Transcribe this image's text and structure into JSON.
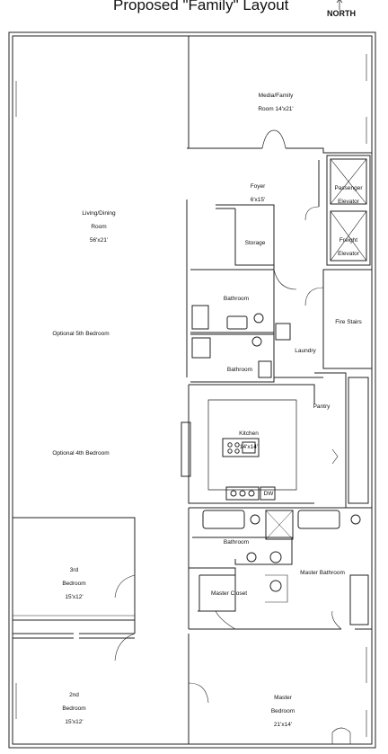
{
  "title": "Proposed \"Family\" Layout",
  "north_label": "NORTH",
  "rooms": {
    "media": {
      "name": "Media/Family",
      "line2": "Room 14'x21'"
    },
    "foyer": {
      "name": "Foyer",
      "line2": "6'x15'"
    },
    "passenger_elevator": {
      "name": "Passenger",
      "line2": "Elevator"
    },
    "freight_elevator": {
      "name": "Freight",
      "line2": "Elevator"
    },
    "living": {
      "name": "Living/Dining",
      "line2": "Room",
      "line3": "56'x21'"
    },
    "storage": {
      "name": "Storage"
    },
    "bathroom1": {
      "name": "Bathroom"
    },
    "fire_stairs": {
      "name": "Fire Stairs"
    },
    "optional5": {
      "name": "Optional 5th Bedroom"
    },
    "laundry": {
      "name": "Laundry"
    },
    "bathroom2": {
      "name": "Bathroom"
    },
    "pantry": {
      "name": "Pantry"
    },
    "kitchen": {
      "name": "Kitchen",
      "line2": "14'x14'"
    },
    "dw": {
      "name": "DW"
    },
    "optional4": {
      "name": "Optional 4th Bedroom"
    },
    "bathroom3": {
      "name": "Bathroom"
    },
    "bedroom3": {
      "name": "3rd",
      "line2": "Bedroom",
      "line3": "15'x12'"
    },
    "master_bath": {
      "name": "Master Bathroom"
    },
    "master_closet": {
      "name": "Master Closet"
    },
    "bedroom2": {
      "name": "2nd",
      "line2": "Bedroom",
      "line3": "15'x12'"
    },
    "master_bedroom": {
      "name": "Master",
      "line2": "Bedroom",
      "line3": "21'x14'"
    }
  }
}
